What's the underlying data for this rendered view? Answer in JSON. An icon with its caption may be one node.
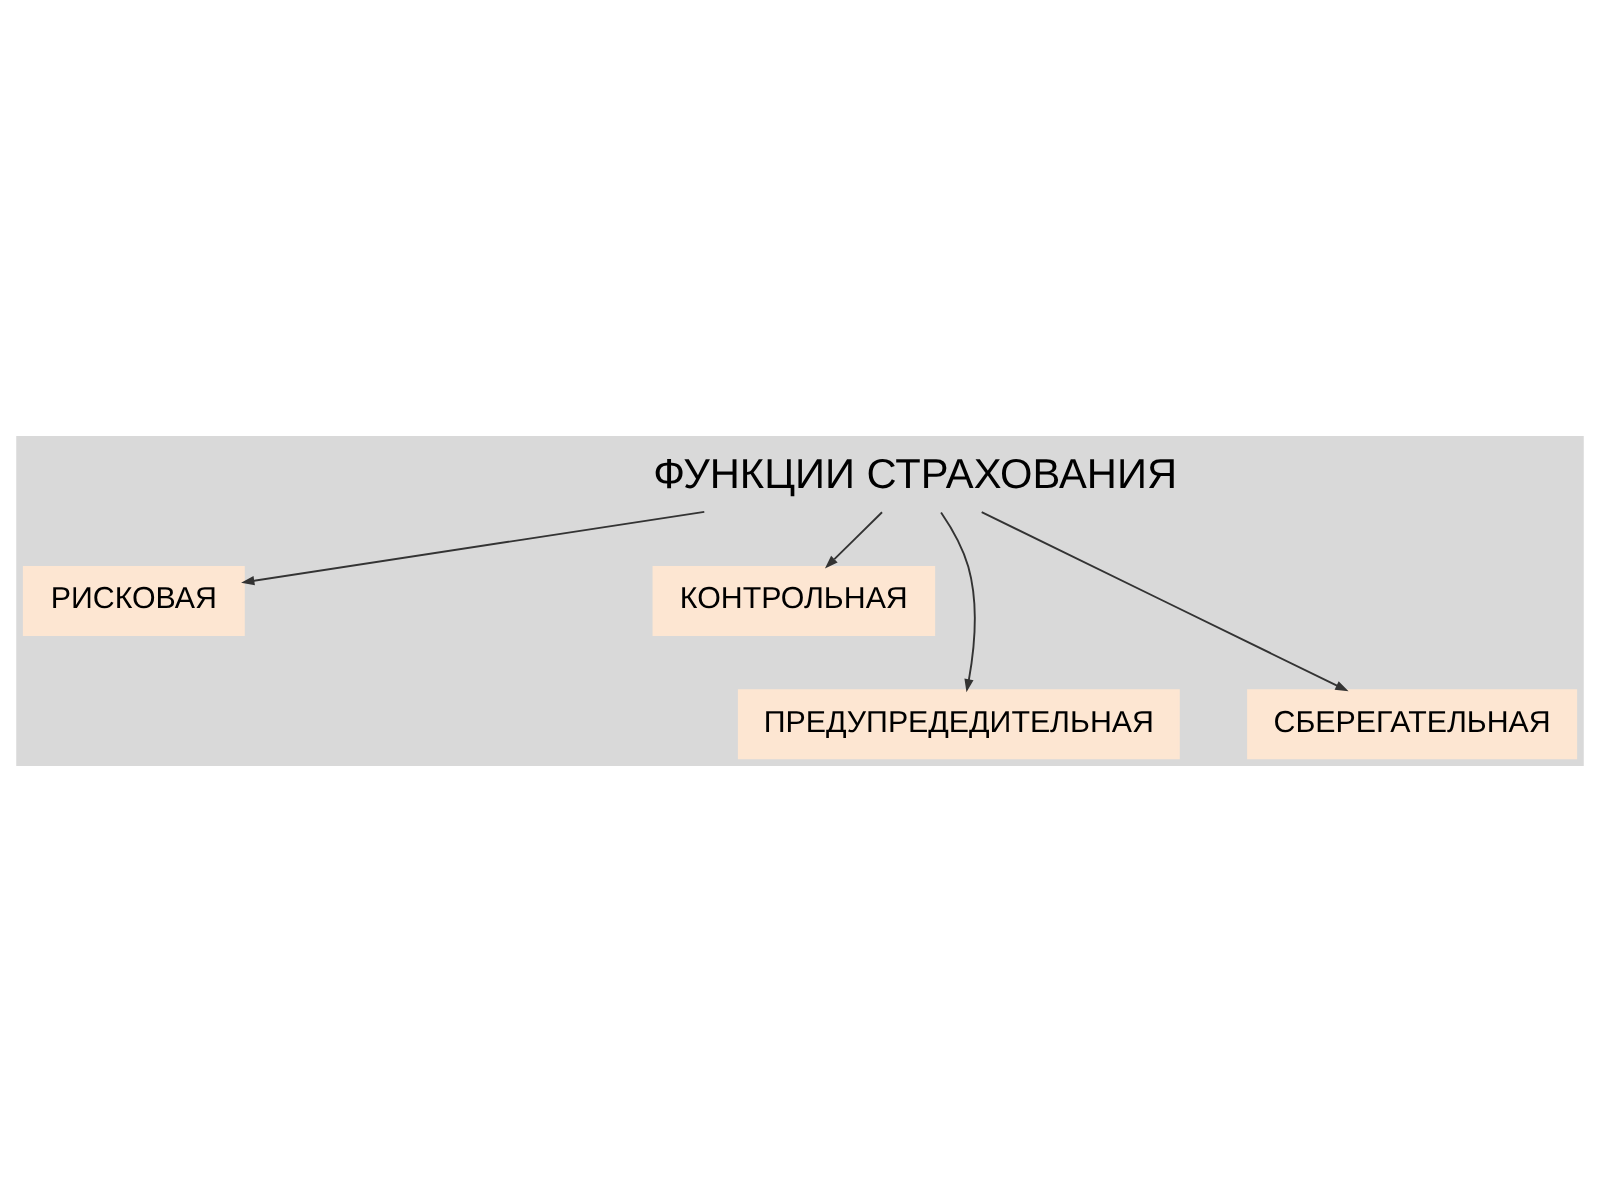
{
  "diagram": {
    "nodes": [
      {
        "text": [
          "ФУНКЦИИ СТРАХОВАНИЯ"
        ]
      },
      {
        "text": [
          "РИСКОВАЯ"
        ]
      },
      {
        "text": [
          "КОНТРОЛЬНАЯ"
        ]
      },
      {
        "text": [
          "ПРЕДУПРЕДЕДИТЕЛЬНАЯ"
        ]
      },
      {
        "text": [
          "СБЕРЕГАТЕЛЬНАЯ"
        ]
      }
    ],
    "edges": [
      {
        "from": 0,
        "to": 1,
        "arrow": "to"
      },
      {
        "from": 0,
        "to": 3,
        "arrow": "to"
      },
      {
        "from": 0,
        "to": 4,
        "arrow": "to"
      },
      {
        "from": 0,
        "to": 2,
        "arrow": "to"
      }
    ]
  }
}
